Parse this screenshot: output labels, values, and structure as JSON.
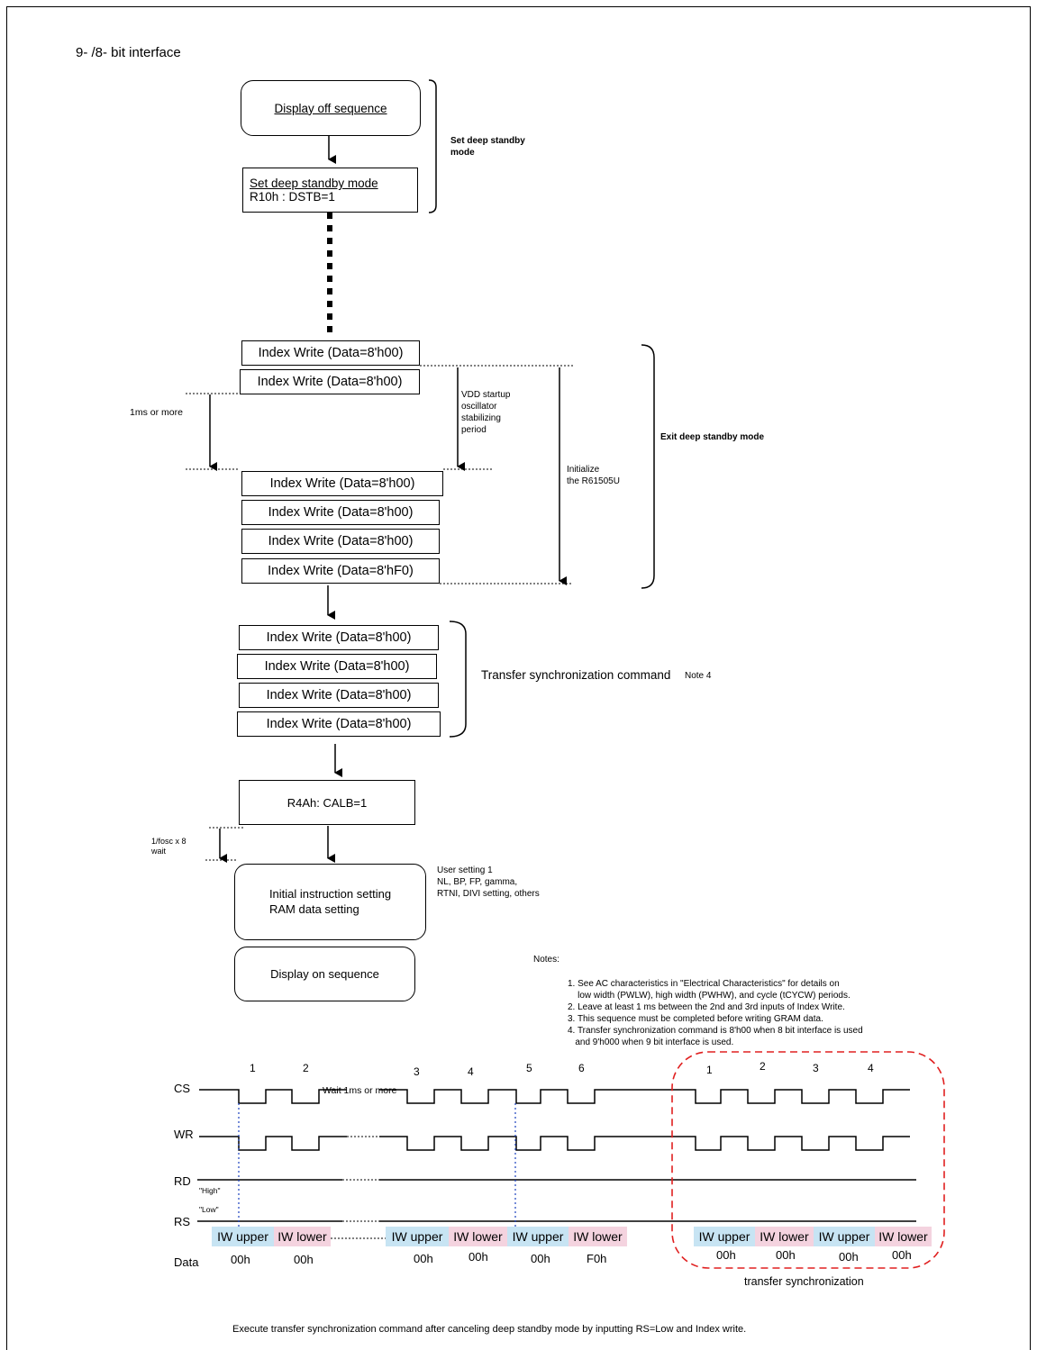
{
  "title": "9- /8- bit interface",
  "flow": {
    "display_off": "Display off sequence",
    "set_dstb_line1": "Set deep standby mode",
    "set_dstb_line2": "R10h : DSTB=1",
    "set_dstb_brace": "Set deep standby mode",
    "iw_00": "Index Write (Data=8'h00)",
    "iw_f0": "Index Write (Data=8'h F0)",
    "iw_f0_exact": "Index Write (Data=8'hF0)",
    "one_ms": "1ms or more",
    "vdd_note": [
      "VDD startup",
      "oscillator",
      "stabilizing",
      "period"
    ],
    "init_note": [
      "Initialize",
      "the R61505U"
    ],
    "exit_label": "Exit deep standby mode",
    "transfer_label": "Transfer synchronization command",
    "note4": "Note 4",
    "calb": "R4Ah: CALB=1",
    "fosc_wait": [
      "1/fosc  x  8",
      "wait"
    ],
    "init_box_line1": "Initial instruction setting",
    "init_box_line2": "RAM data setting",
    "user_setting": [
      "User setting 1",
      "NL, BP, FP, gamma,",
      "RTNI, DIVI setting, others"
    ],
    "display_on": "Display on sequence"
  },
  "notes": {
    "label": "Notes:",
    "items": [
      "1. See AC characteristics in \"Electrical Characteristics\" for details on",
      "    low width (PWLW), high width (PWHW), and cycle (tCYCW) periods.",
      "2. Leave at least 1 ms between the 2nd and 3rd inputs of Index Write.",
      "3. This sequence must be completed before writing GRAM data.",
      "4. Transfer synchronization command is 8'h00 when 8 bit interface is used",
      "   and 9'h000 when 9 bit interface is used."
    ]
  },
  "timing": {
    "signals": [
      "CS",
      "WR",
      "RD",
      "RS",
      "Data"
    ],
    "pulse_numbers": [
      "1",
      "2",
      "3",
      "4",
      "5",
      "6",
      "1",
      "2",
      "3",
      "4"
    ],
    "wait_text": "Wait 1ms or more",
    "high": "\"High\"",
    "low": "\"Low\"",
    "iw_upper": "IW upper",
    "iw_lower": "IW lower",
    "hex_values": [
      "00h",
      "00h",
      "00h",
      "00h",
      "00h",
      "F0h",
      "00h",
      "00h",
      "00h",
      "00h"
    ],
    "sync_label": "transfer synchronization",
    "sync_color": "#e02020",
    "upper_color": "#c7e4f3",
    "lower_color": "#f4d3df"
  },
  "footer": "Execute transfer synchronization command after canceling deep standby mode by inputting RS=Low and Index write."
}
